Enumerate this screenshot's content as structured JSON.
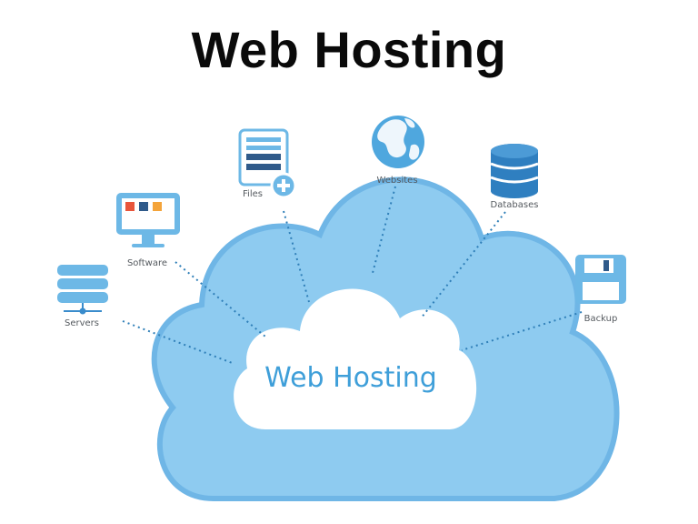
{
  "title": "Web Hosting",
  "center_label": "Web Hosting",
  "nodes": {
    "servers": "Servers",
    "software": "Software",
    "files": "Files",
    "websites": "Websites",
    "databases": "Databases",
    "backup": "Backup"
  },
  "colors": {
    "cloud_outer": "#8ecbf0",
    "cloud_inner": "#ffffff",
    "icon_blue": "#6db8e6",
    "icon_dark": "#3a8ccc",
    "connector": "#2f7fb8"
  }
}
